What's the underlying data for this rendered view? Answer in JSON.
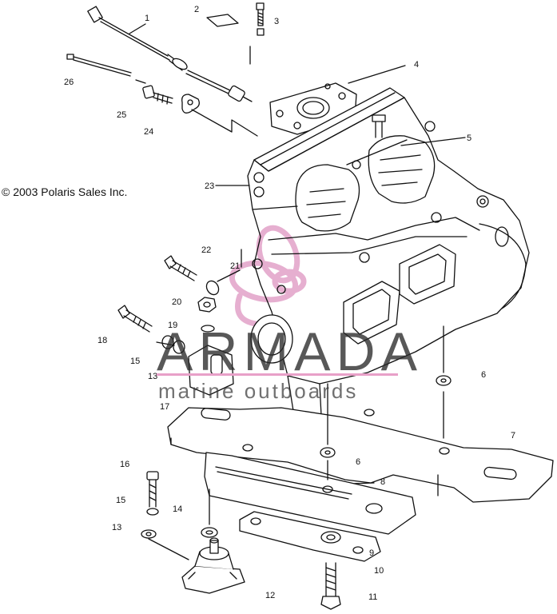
{
  "copyright": "© 2003 Polaris Sales Inc.",
  "watermark": {
    "brand": "ARMADA",
    "tagline": "marine outboards",
    "logo_color": "#e2a2c8"
  },
  "callouts": [
    {
      "id": "c1",
      "label": "1"
    },
    {
      "id": "c2",
      "label": "2"
    },
    {
      "id": "c3",
      "label": "3"
    },
    {
      "id": "c4",
      "label": "4"
    },
    {
      "id": "c5",
      "label": "5"
    },
    {
      "id": "c6a",
      "label": "6"
    },
    {
      "id": "c6b",
      "label": "6"
    },
    {
      "id": "c7",
      "label": "7"
    },
    {
      "id": "c8",
      "label": "8"
    },
    {
      "id": "c9",
      "label": "9"
    },
    {
      "id": "c10",
      "label": "10"
    },
    {
      "id": "c11",
      "label": "11"
    },
    {
      "id": "c12",
      "label": "12"
    },
    {
      "id": "c13a",
      "label": "13"
    },
    {
      "id": "c13b",
      "label": "13"
    },
    {
      "id": "c14",
      "label": "14"
    },
    {
      "id": "c15a",
      "label": "15"
    },
    {
      "id": "c15b",
      "label": "15"
    },
    {
      "id": "c16",
      "label": "16"
    },
    {
      "id": "c17",
      "label": "17"
    },
    {
      "id": "c18",
      "label": "18"
    },
    {
      "id": "c19",
      "label": "19"
    },
    {
      "id": "c20",
      "label": "20"
    },
    {
      "id": "c21",
      "label": "21"
    },
    {
      "id": "c22",
      "label": "22"
    },
    {
      "id": "c23",
      "label": "23"
    },
    {
      "id": "c24",
      "label": "24"
    },
    {
      "id": "c25",
      "label": "25"
    },
    {
      "id": "c26",
      "label": "26"
    }
  ]
}
